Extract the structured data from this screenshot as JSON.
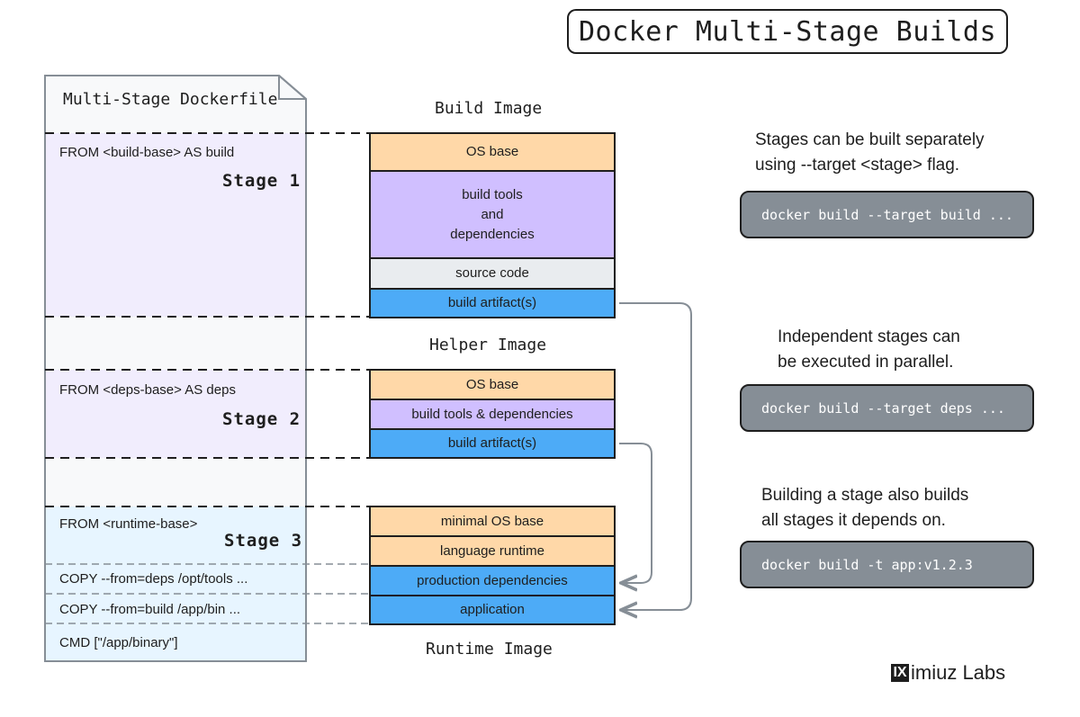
{
  "title": "Docker Multi-Stage Builds",
  "dockerfile": {
    "title": "Multi-Stage Dockerfile",
    "lines": {
      "from_build": "FROM <build-base> AS build",
      "from_deps": "FROM <deps-base> AS deps",
      "from_runtime": "FROM <runtime-base>",
      "copy_deps": "COPY  --from=deps /opt/tools ...",
      "copy_build": "COPY  --from=build /app/bin ...",
      "cmd": "CMD [\"/app/binary\"]"
    },
    "stages": [
      "Stage  1",
      "Stage  2",
      "Stage  3"
    ]
  },
  "build_image": {
    "title": "Build Image",
    "layers": [
      "OS base",
      "build tools\nand\ndependencies",
      "source code",
      "build artifact(s)"
    ]
  },
  "helper_image": {
    "title": "Helper Image",
    "layers": [
      "OS base",
      "build tools & dependencies",
      "build artifact(s)"
    ]
  },
  "runtime_image": {
    "title": "Runtime Image",
    "layers": [
      "minimal OS base",
      "language runtime",
      "production dependencies",
      "application"
    ]
  },
  "notes": [
    {
      "text": "Stages can be built separately\nusing --target <stage> flag.",
      "command": "docker build --target build ..."
    },
    {
      "text": "Independent stages can\nbe executed in parallel.",
      "command": "docker build --target deps ..."
    },
    {
      "text": "Building a stage also builds\nall stages it depends on.",
      "command": "docker build -t app:v1.2.3"
    }
  ],
  "brand": {
    "mark": "IX",
    "name": "imiuz Labs"
  },
  "colors": {
    "os_base": "#ffd8a8",
    "tools": "#d0bfff",
    "source": "#e9ecef",
    "artifact": "#4dabf7",
    "stage_build_bg": "#f1edfd",
    "stage_runtime_bg": "#e7f5ff",
    "command_bg": "#868e96"
  }
}
